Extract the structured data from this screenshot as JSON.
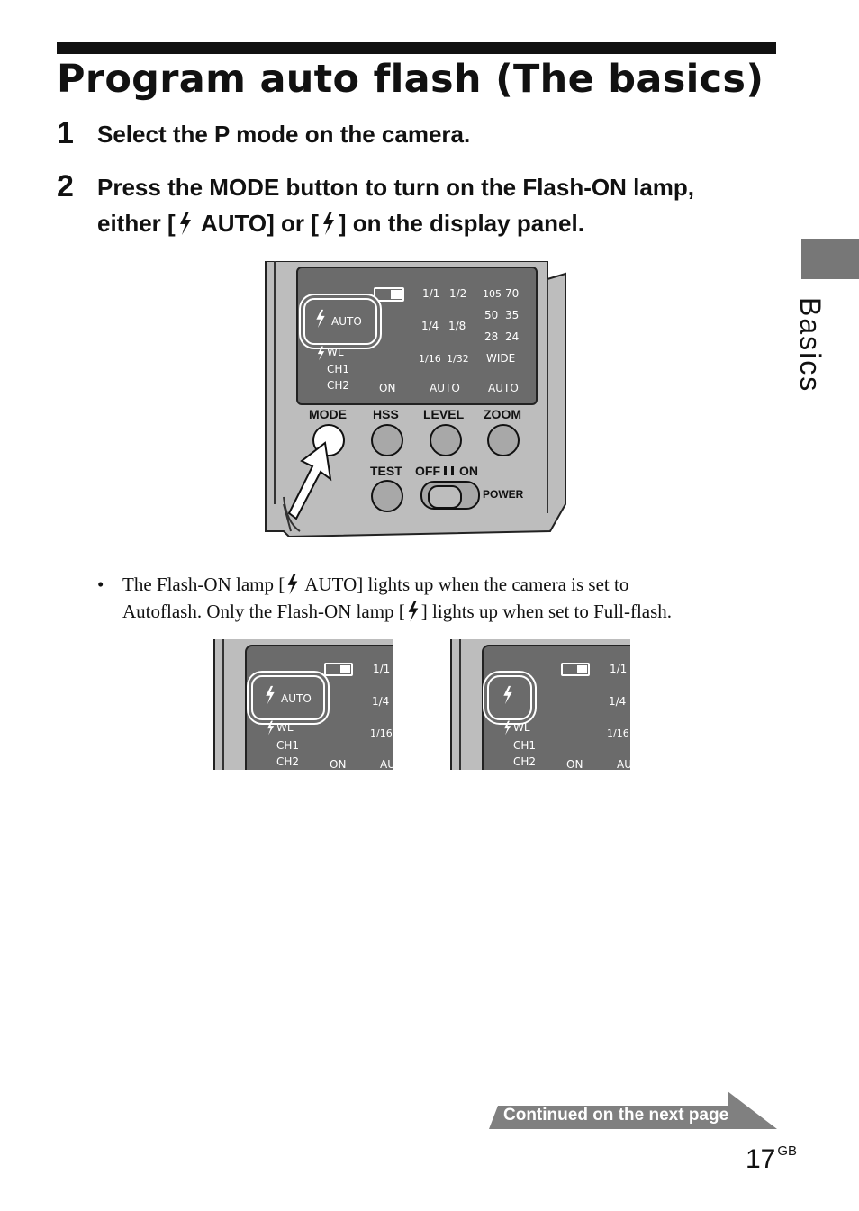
{
  "title": "Program auto flash (The basics)",
  "steps": [
    {
      "num": "1",
      "text": "Select the P mode on the camera."
    },
    {
      "num": "2",
      "line1": "Press the MODE button to turn on the Flash-ON lamp,",
      "line2_a": "either [",
      "line2_b": " AUTO] or [",
      "line2_c": "] on the display panel."
    }
  ],
  "side_tab": "Basics",
  "panel": {
    "lamp_auto": "AUTO",
    "wl": "WL",
    "ch1": "CH1",
    "ch2": "CH2",
    "on": "ON",
    "auto": "AUTO",
    "levels": [
      "1/1",
      "1/2",
      "1/4",
      "1/8",
      "1/16",
      "1/32"
    ],
    "zoom_values": [
      "105",
      "70",
      "50",
      "35",
      "28",
      "24"
    ],
    "wide": "WIDE",
    "zoom_auto": "AUTO",
    "buttons": [
      "MODE",
      "HSS",
      "LEVEL",
      "ZOOM"
    ],
    "test": "TEST",
    "off": "OFF",
    "on_switch": "ON",
    "power": "POWER"
  },
  "small_panels": {
    "levels": [
      "1/1",
      "1/4",
      "1/16"
    ],
    "auto": "AUTO",
    "au_cut": "AU",
    "wl": "WL",
    "ch1": "CH1",
    "ch2": "CH2",
    "on": "ON"
  },
  "bullet": {
    "marker": "•",
    "l1a": "The Flash-ON lamp [",
    "l1b": " AUTO] lights up when the camera is set to",
    "l2a": "Autoflash. Only the Flash-ON lamp [",
    "l2b": "] lights up when set to Full-flash."
  },
  "continued": "Continued on the next page",
  "page_number": "17",
  "page_suffix": "GB"
}
